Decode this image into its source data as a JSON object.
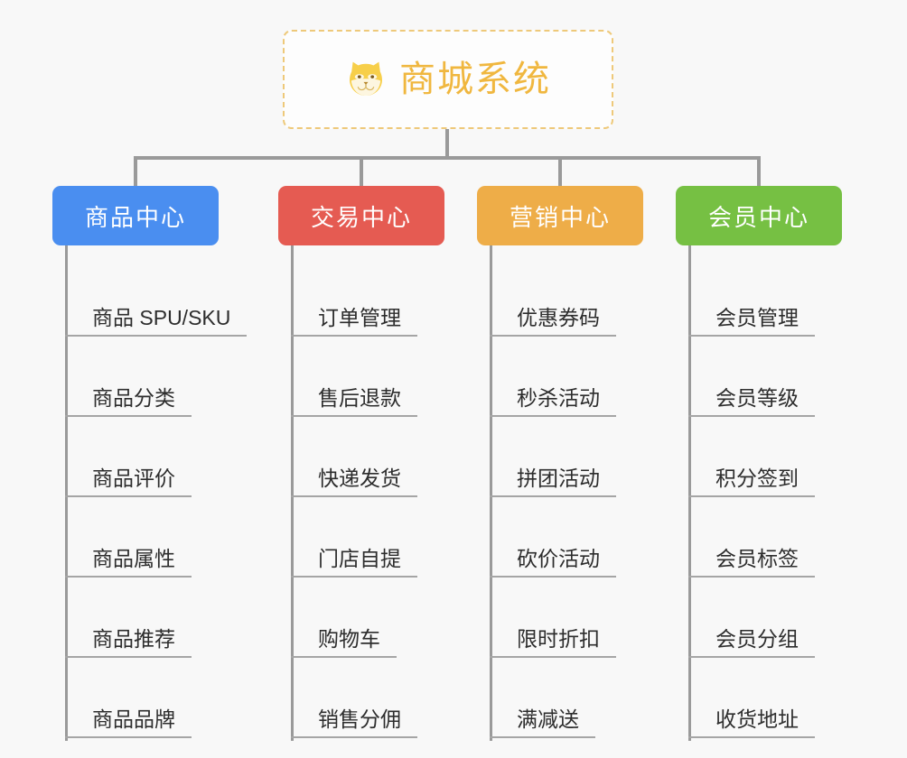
{
  "background_color": "#f8f8f8",
  "root": {
    "icon": "shiba-dog-face-icon",
    "title": "商城系统",
    "title_color": "#f0b73f",
    "border_color": "#eec97a",
    "border_style": "dashed"
  },
  "connector_color": "#9a9a9a",
  "branches": [
    {
      "label": "商品中心",
      "color": "#4a8ef0",
      "items": [
        "商品 SPU/SKU",
        "商品分类",
        "商品评价",
        "商品属性",
        "商品推荐",
        "商品品牌"
      ]
    },
    {
      "label": "交易中心",
      "color": "#e55b52",
      "items": [
        "订单管理",
        "售后退款",
        "快递发货",
        "门店自提",
        "购物车",
        "销售分佣"
      ]
    },
    {
      "label": "营销中心",
      "color": "#eead48",
      "items": [
        "优惠券码",
        "秒杀活动",
        "拼团活动",
        "砍价活动",
        "限时折扣",
        "满减送"
      ]
    },
    {
      "label": "会员中心",
      "color": "#76c043",
      "items": [
        "会员管理",
        "会员等级",
        "积分签到",
        "会员标签",
        "会员分组",
        "收货地址"
      ]
    }
  ]
}
